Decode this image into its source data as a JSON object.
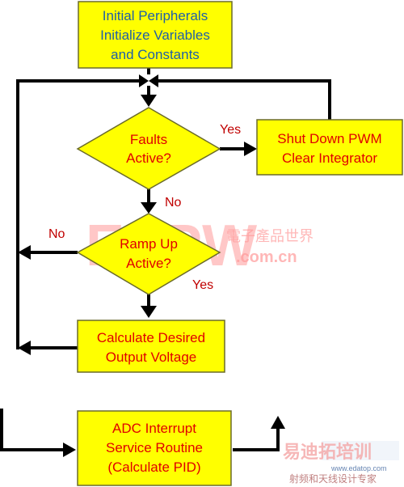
{
  "nodes": {
    "init": [
      "Initial Peripherals",
      "Initialize Variables",
      "and Constants"
    ],
    "faults": [
      "Faults",
      "Active?"
    ],
    "shutdown": [
      "Shut Down PWM",
      "Clear Integrator"
    ],
    "ramp": [
      "Ramp Up",
      "Active?"
    ],
    "calc": [
      "Calculate Desired",
      "Output Voltage"
    ],
    "adc": [
      "ADC Interrupt",
      "Service Routine",
      "(Calculate PID)"
    ]
  },
  "labels": {
    "faults_yes": "Yes",
    "faults_no": "No",
    "ramp_no": "No",
    "ramp_yes": "Yes"
  },
  "watermark": {
    "logo": "EEPW",
    "chinese": "電子產品世界",
    "url": ".com.cn",
    "corner_title": "射频和天线设计专家",
    "corner_brand": "易迪拓培训",
    "corner_url": "www.edatop.com"
  },
  "colors": {
    "box_fill": "#ffff00",
    "init_text": "#1f5fa8",
    "body_text": "#e00000",
    "yes_no_text": "#c00000"
  }
}
